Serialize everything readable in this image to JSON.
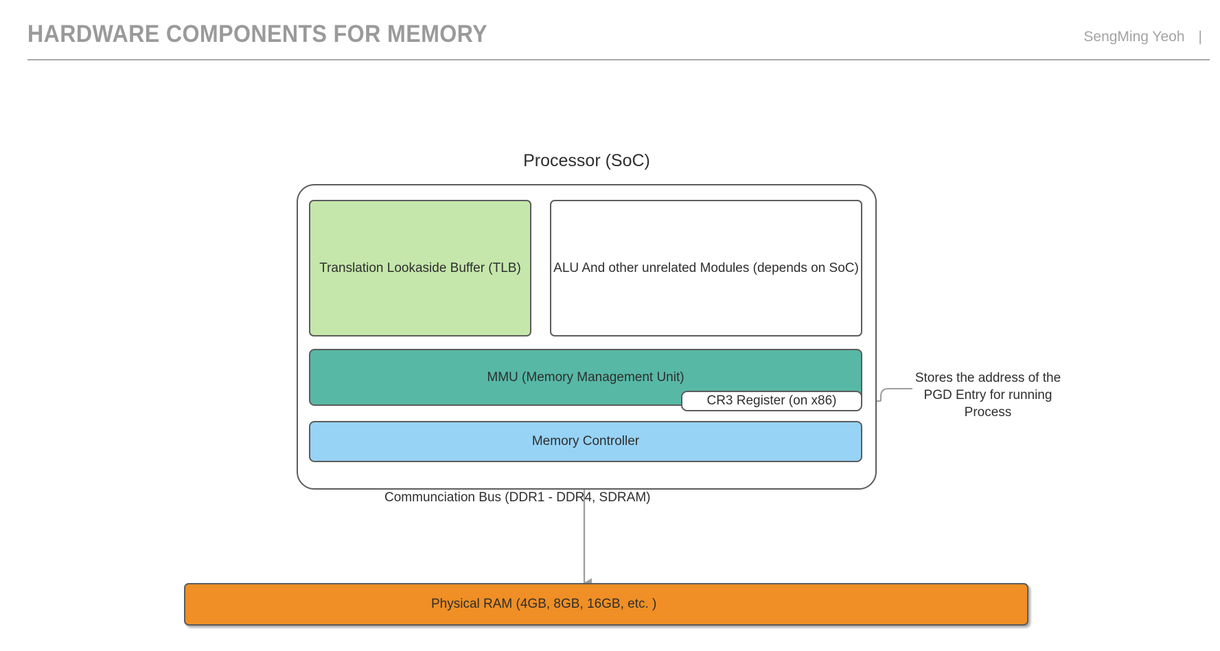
{
  "header": {
    "title": "HARDWARE COMPONENTS FOR MEMORY",
    "author": "SengMing Yeoh",
    "separator": "|",
    "title_color": "#9a9a9a",
    "rule_color": "#a8a8a8"
  },
  "diagram": {
    "processor_title": "Processor (SoC)",
    "nodes": {
      "tlb": {
        "label": "Translation Lookaside Buffer (TLB)",
        "fill": "#c5e7ab",
        "stroke": "#5c5c5c"
      },
      "alu": {
        "label": "ALU And other unrelated Modules (depends on SoC)",
        "fill": "#ffffff",
        "stroke": "#5c5c5c"
      },
      "mmu": {
        "label": "MMU (Memory Management Unit)",
        "fill": "#57b8a6",
        "stroke": "#5c5c5c"
      },
      "cr3": {
        "label": "CR3 Register (on x86)",
        "fill": "#ffffff",
        "stroke": "#5c5c5c"
      },
      "memory_controller": {
        "label": "Memory Controller",
        "fill": "#97d3f5",
        "stroke": "#5c5c5c"
      },
      "ram": {
        "label": "Physical RAM (4GB, 8GB, 16GB, etc. )",
        "fill": "#ef8f25",
        "stroke": "#5c5c5c"
      }
    },
    "annotations": {
      "cr3_note": "Stores the address of the PGD Entry for running Process",
      "bus_label": "Communciation Bus (DDR1 - DDR4, SDRAM)"
    },
    "connector_color": "#9d9d9d"
  }
}
